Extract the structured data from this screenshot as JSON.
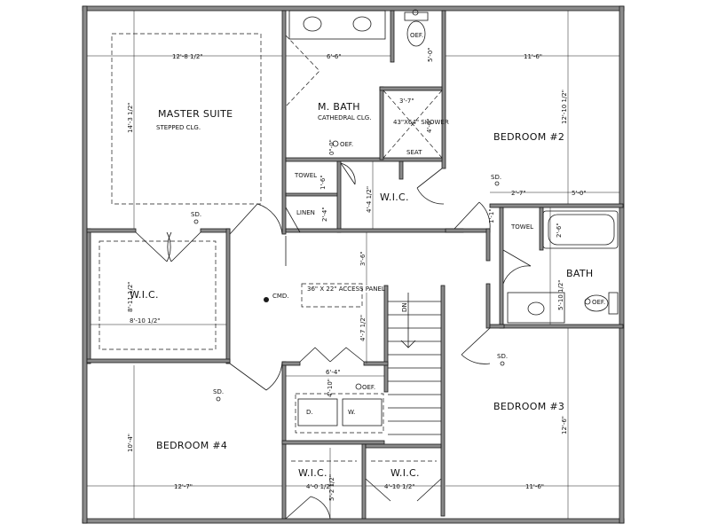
{
  "rooms": {
    "master_suite": "MASTER SUITE",
    "stepped_clg": "STEPPED CLG.",
    "master_wic": "W.I.C.",
    "m_bath": "M. BATH",
    "cathedral_clg": "CATHEDRAL CLG.",
    "shower": "43\"X64\" SHOWER",
    "seat": "SEAT",
    "towel_left": "TOWEL",
    "linen": "LINEN",
    "wic_center": "W.I.C.",
    "bedroom2": "BEDROOM #2",
    "towel_right": "TOWEL",
    "bath": "BATH",
    "bedroom3": "BEDROOM #3",
    "bedroom4": "BEDROOM #4",
    "wic_b4": "W.I.C.",
    "wic_b3": "W.I.C.",
    "access_panel": "36\" X 22\" ACCESS PANEL",
    "cmd": "CMD.",
    "dn": "DN",
    "washer": "D.",
    "dryer": "W."
  },
  "symbols": {
    "sd": "SD.",
    "oef": "OEF."
  },
  "dimensions": {
    "master_w": "12'-8 1/2\"",
    "master_h": "14'-3 1/2\"",
    "mbath_w": "6'-6\"",
    "shower_w": "3'-7\"",
    "shower_h": "4'-6\"",
    "wc_h": "5'-0\"",
    "mbath_oef_dim": "0\"-0\"",
    "towel_h": "1'-6\"",
    "linen_h": "2'-4\"",
    "wic_center_h": "4'-4 1/2\"",
    "b2_w": "11'-6\"",
    "b2_h": "12'-10 1/2\"",
    "bath_w1": "2'-7\"",
    "bath_w2": "5'-0\"",
    "bath_small": "1'-1\"",
    "tub_h": "2'-6\"",
    "bath_h": "5'-10 1/2\"",
    "hall_h": "3'-6\"",
    "hall_h2": "4'-7 1/2\"",
    "mwic_w": "8'-10 1/2\"",
    "mwic_h": "8'-11 1/2\"",
    "laundry_w": "6'-4\"",
    "laundry_h": "4'-10\"",
    "b4_w": "12'-7\"",
    "b4_h": "10'-4\"",
    "wic_b4_w": "4'-0 1/2\"",
    "wic_b4_h": "5'-2 1/2\"",
    "wic_b3_w": "4'-10 1/2\"",
    "b3_w": "11'-6\"",
    "b3_h": "12'-6\""
  }
}
